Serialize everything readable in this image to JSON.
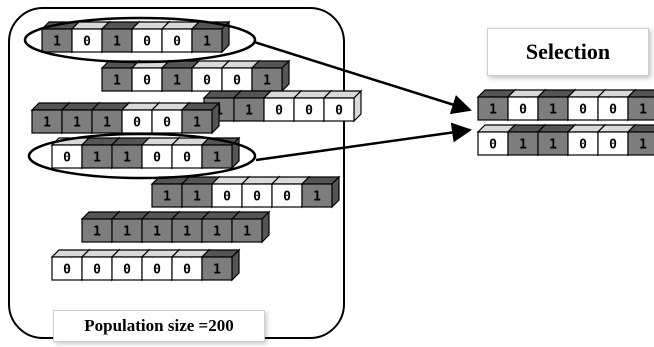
{
  "population_label": "Population size  =200",
  "selection_label": "Selection",
  "population_rows": [
    [
      "1",
      "0",
      "1",
      "0",
      "0",
      "1"
    ],
    [
      "1",
      "0",
      "1",
      "0",
      "0",
      "1"
    ],
    [
      "1",
      "1",
      "0",
      "0",
      "0"
    ],
    [
      "1",
      "1",
      "1",
      "0",
      "0",
      "1"
    ],
    [
      "0",
      "1",
      "1",
      "0",
      "0",
      "1"
    ],
    [
      "1",
      "1",
      "0",
      "0",
      "0",
      "1"
    ],
    [
      "1",
      "1",
      "1",
      "1",
      "1",
      "1"
    ],
    [
      "0",
      "0",
      "0",
      "0",
      "0",
      "1"
    ]
  ],
  "selected_rows": [
    [
      "1",
      "0",
      "1",
      "0",
      "0",
      "1"
    ],
    [
      "0",
      "1",
      "1",
      "0",
      "0",
      "1"
    ]
  ],
  "colors": {
    "one_fill": "#7d7d7d",
    "zero_fill": "#ffffff",
    "outline": "#000000"
  }
}
